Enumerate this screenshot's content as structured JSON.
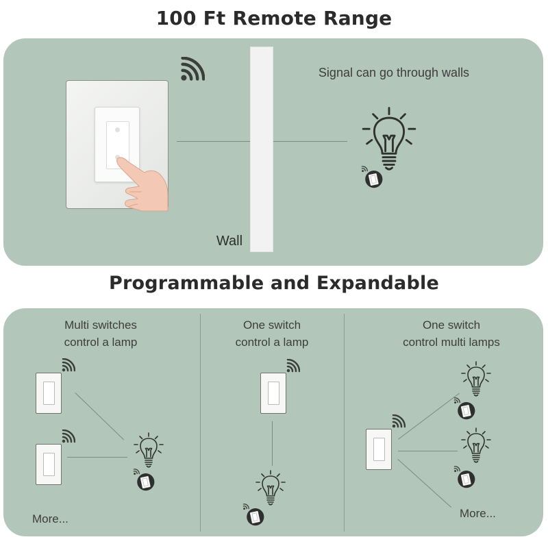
{
  "headings": {
    "range_title": "100 Ft Remote Range",
    "expand_title": "Programmable and Expandable"
  },
  "range_panel": {
    "signal_text": "Signal can go through walls",
    "wall_label": "Wall",
    "icons": [
      "wifi-signal-icon",
      "light-bulb-icon",
      "wireless-receiver-icon",
      "hand-pressing-switch-image"
    ]
  },
  "expand_panel": {
    "scenarios": [
      {
        "title_line1": "Multi switches",
        "title_line2": "control a lamp",
        "more_label": "More..."
      },
      {
        "title_line1": "One switch",
        "title_line2": "control a lamp"
      },
      {
        "title_line1": "One switch",
        "title_line2": "control multi lamps",
        "more_label": "More..."
      }
    ]
  },
  "colors": {
    "panel_background": "#b3c6ba",
    "icon_color": "#3b3f3c",
    "heading_color": "#2b2b2b"
  }
}
